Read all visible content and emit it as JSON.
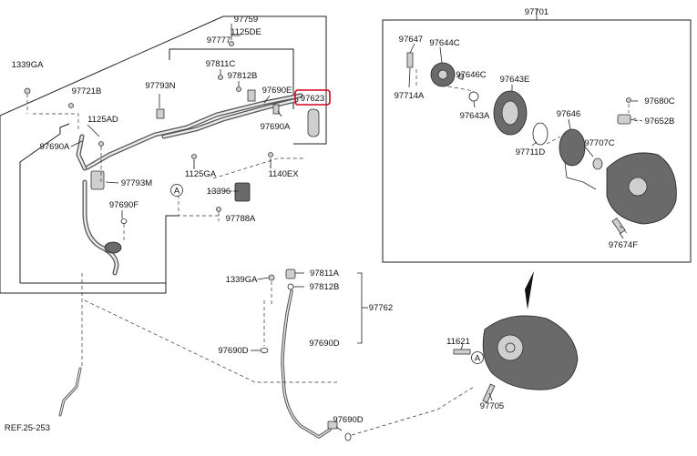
{
  "labels": {
    "p97759": "97759",
    "p1125DE": "1125DE",
    "p97777": "97777",
    "p97811C": "97811C",
    "p97812B_top": "97812B",
    "p97690E": "97690E",
    "p97623": "97623",
    "p97690A_right": "97690A",
    "p1339GA_top": "1339GA",
    "p97721B": "97721B",
    "p97793N": "97793N",
    "p1125AD": "1125AD",
    "p97690A_left": "97690A",
    "p1125GA": "1125GA",
    "p1140EX": "1140EX",
    "p97793M": "97793M",
    "p13396": "13396",
    "p97788A": "97788A",
    "p97690F": "97690F",
    "callout_a1": "A",
    "callout_a2": "A",
    "p1339GA_mid": "1339GA",
    "p97811A": "97811A",
    "p97812B_mid": "97812B",
    "p97762": "97762",
    "p97690D_left": "97690D",
    "p97690D_mid": "97690D",
    "p97690D_bottom": "97690D",
    "ref": "REF.25-253",
    "p97701": "97701",
    "p97647": "97647",
    "p97644C": "97644C",
    "p97646C": "97646C",
    "p97643E": "97643E",
    "p97714A": "97714A",
    "p97643A": "97643A",
    "p97680C": "97680C",
    "p97652B": "97652B",
    "p97646": "97646",
    "p97707C": "97707C",
    "p97711D": "97711D",
    "p97674F": "97674F",
    "p11621": "11621",
    "p97705": "97705"
  },
  "colors": {
    "highlight": "#d0021b",
    "line": "#222222"
  }
}
